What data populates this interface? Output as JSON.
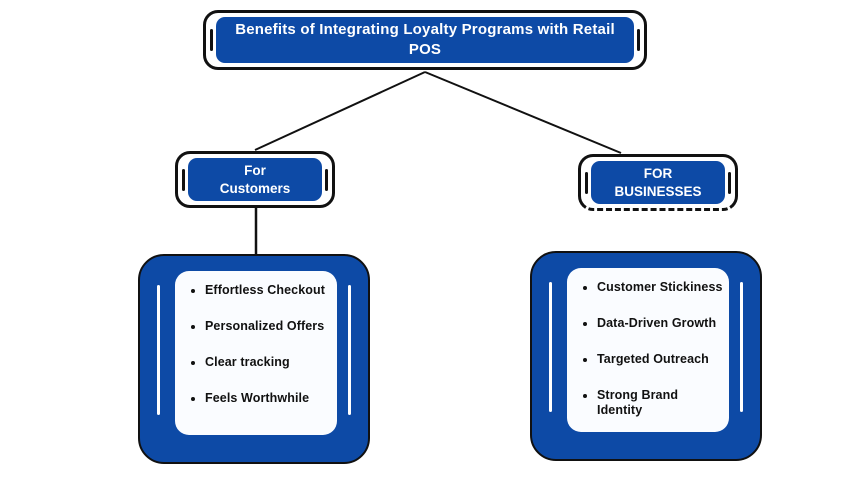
{
  "colors": {
    "accent_blue": "#0d4aa6",
    "outline_black": "#111111",
    "sheet_white": "#fafcff",
    "canvas_background": "#ffffff",
    "text_on_accent": "#ffffff",
    "text_dark": "#111111",
    "accent_line_white": "#ffffff"
  },
  "title": {
    "label": "Benefits of Integrating Loyalty Programs with Retail POS"
  },
  "branches": [
    {
      "label": "For Customers",
      "items": [
        "Effortless Checkout",
        "Personalized Offers",
        "Clear tracking",
        "Feels Worthwhile"
      ]
    },
    {
      "label": "FOR BUSINESSES",
      "items": [
        "Customer Stickiness",
        "Data-Driven Growth",
        "Targeted Outreach",
        "Strong Brand Identity"
      ]
    }
  ]
}
